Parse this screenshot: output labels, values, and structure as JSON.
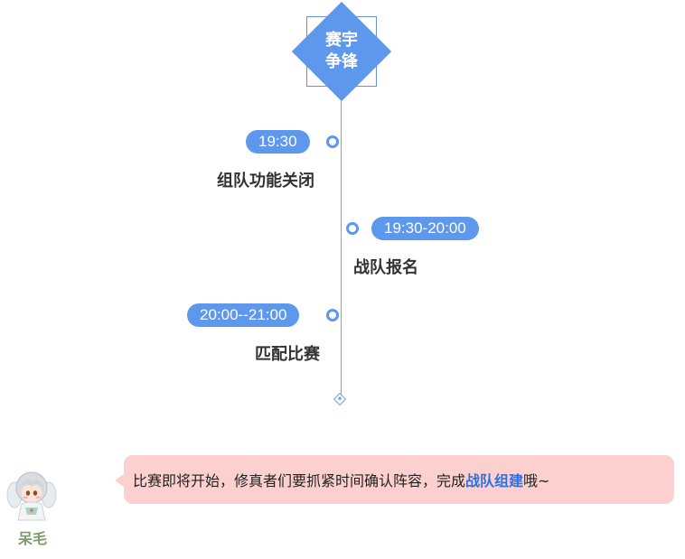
{
  "header": {
    "title_line1": "赛宇",
    "title_line2": "争锋"
  },
  "timeline": [
    {
      "time": "19:30",
      "event": "组队功能关闭"
    },
    {
      "time": "19:30-20:00",
      "event": "战队报名"
    },
    {
      "time": "20:00--21:00",
      "event": "匹配比赛"
    }
  ],
  "chat": {
    "speaker": "呆毛",
    "message_before": "比赛即将开始，修真者们要抓紧时间确认阵容，完成",
    "message_highlight": "战队组建",
    "message_after": "哦~"
  },
  "colors": {
    "accent": "#5e98ec",
    "bubble": "#fbd0ce",
    "highlight": "#2f6fe4",
    "speaker": "#7c9a6a"
  }
}
